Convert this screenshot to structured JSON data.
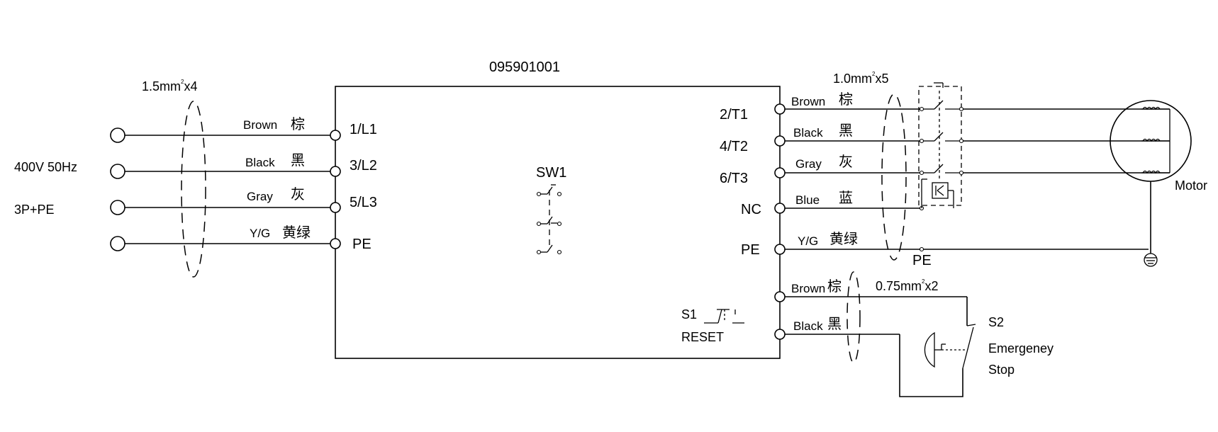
{
  "diagram": {
    "model": "095901001",
    "input": {
      "voltage": "400V  50Hz",
      "phases": "3P+PE",
      "cable": "1.5mm",
      "cable_sup": "2",
      "cable_count": "x4",
      "wires": [
        {
          "color": "Brown",
          "cn": "棕",
          "terminal": "1/L1"
        },
        {
          "color": "Black",
          "cn": "黑",
          "terminal": "3/L2"
        },
        {
          "color": "Gray",
          "cn": "灰",
          "terminal": "5/L3"
        },
        {
          "color": "Y/G",
          "cn": "黄绿",
          "terminal": "PE"
        }
      ]
    },
    "switch_label": "SW1",
    "reset": {
      "name": "S1",
      "label": "RESET"
    },
    "output": {
      "cable": "1.0mm",
      "cable_sup": "2",
      "cable_count": "x5",
      "wires": [
        {
          "color": "Brown",
          "cn": "棕",
          "terminal": "2/T1"
        },
        {
          "color": "Black",
          "cn": "黑",
          "terminal": "4/T2"
        },
        {
          "color": "Gray",
          "cn": "灰",
          "terminal": "6/T3"
        },
        {
          "color": "Blue",
          "cn": "蓝",
          "terminal": "NC"
        },
        {
          "color": "Y/G",
          "cn": "黄绿",
          "terminal": "PE"
        }
      ],
      "pe_label": "PE",
      "motor": "Motor"
    },
    "emergency": {
      "cable": "0.75mm",
      "cable_sup": "2",
      "cable_count": "x2",
      "wires": [
        {
          "color": "Brown",
          "cn": "棕"
        },
        {
          "color": "Black",
          "cn": "黑"
        }
      ],
      "name": "S2",
      "label_line1": "Emergeney",
      "label_line2": "Stop"
    }
  }
}
